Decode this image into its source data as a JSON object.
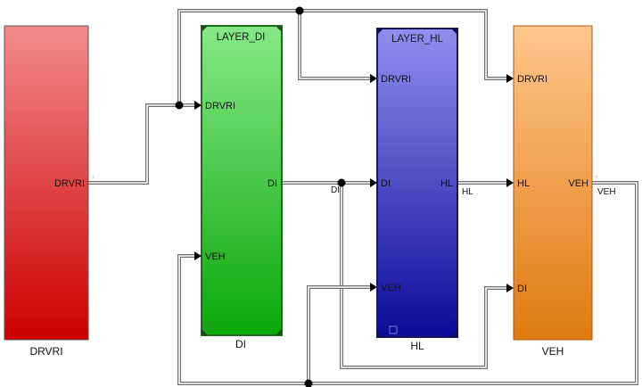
{
  "blocks": {
    "drvri": {
      "caption": "DRVRI",
      "outputs": [
        "DRVRI"
      ],
      "color_top": "#f48a8c",
      "color_bottom": "#cc0000"
    },
    "layer_di": {
      "title": "LAYER_DI",
      "caption": "DI",
      "inputs": [
        "DRVRI",
        "VEH"
      ],
      "outputs": [
        "DI"
      ],
      "color_top": "#86e886",
      "color_bottom": "#0aa80a"
    },
    "layer_hl": {
      "title": "LAYER_HL",
      "caption": "HL",
      "inputs": [
        "DRVRI",
        "DI",
        "VEH"
      ],
      "outputs": [
        "HL"
      ],
      "color_top": "#8f8ff0",
      "color_bottom": "#0b0b9a"
    },
    "veh": {
      "caption": "VEH",
      "inputs": [
        "DRVRI",
        "HL",
        "DI"
      ],
      "outputs": [
        "VEH"
      ],
      "color_top": "#ffc68c",
      "color_bottom": "#e07a10"
    }
  },
  "signals": {
    "di": "DI",
    "hl": "HL",
    "veh": "VEH"
  },
  "wire_color": "#6e6e6e"
}
